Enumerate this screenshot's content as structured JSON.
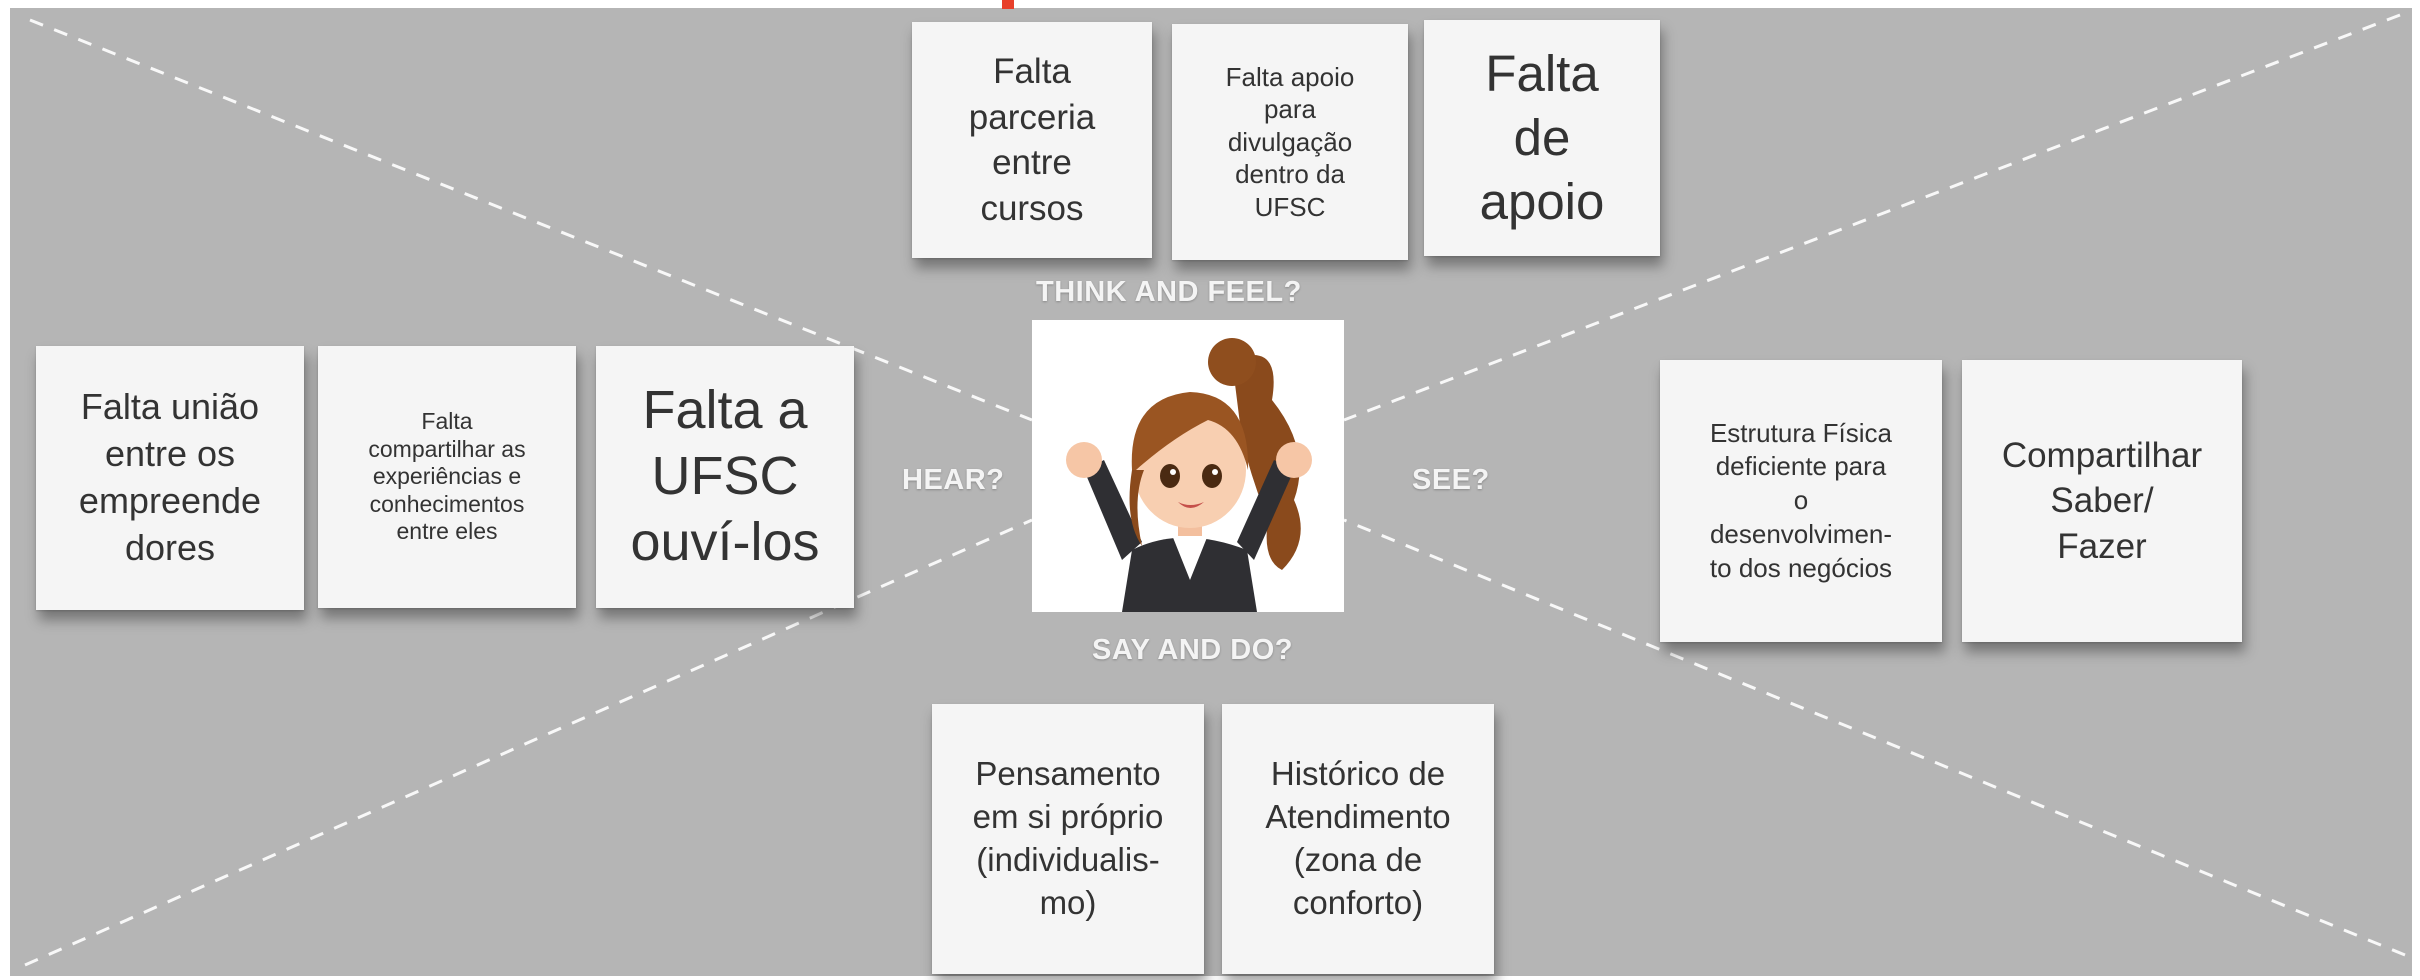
{
  "labels": {
    "think": "THINK AND FEEL?",
    "hear": "HEAR?",
    "see": "SEE?",
    "say": "SAY AND DO?"
  },
  "notes": {
    "think": [
      "Falta\nparceria\nentre\ncursos",
      "Falta apoio\npara\ndivulgação\ndentro da\nUFSC",
      "Falta\nde\napoio"
    ],
    "hear": [
      "Falta união\nentre os\nempreende\ndores",
      "Falta\ncompartilhar as\nexperiências e\nconhecimentos\nentre eles",
      "Falta a\nUFSC\nouví-los"
    ],
    "see": [
      "Estrutura Física\ndeficiente para\no\ndesenvolvimen-\nto dos negócios",
      "Compartilhar\nSaber/\nFazer"
    ],
    "say": [
      "Pensamento\nem si próprio\n(individualis-\nmo)",
      "Histórico de\nAtendimento\n(zona de\nconforto)"
    ]
  },
  "colors": {
    "board": "#b5b5b5",
    "note": "#f5f5f5",
    "label": "#f4f4f4",
    "accent": "#e8402a"
  }
}
